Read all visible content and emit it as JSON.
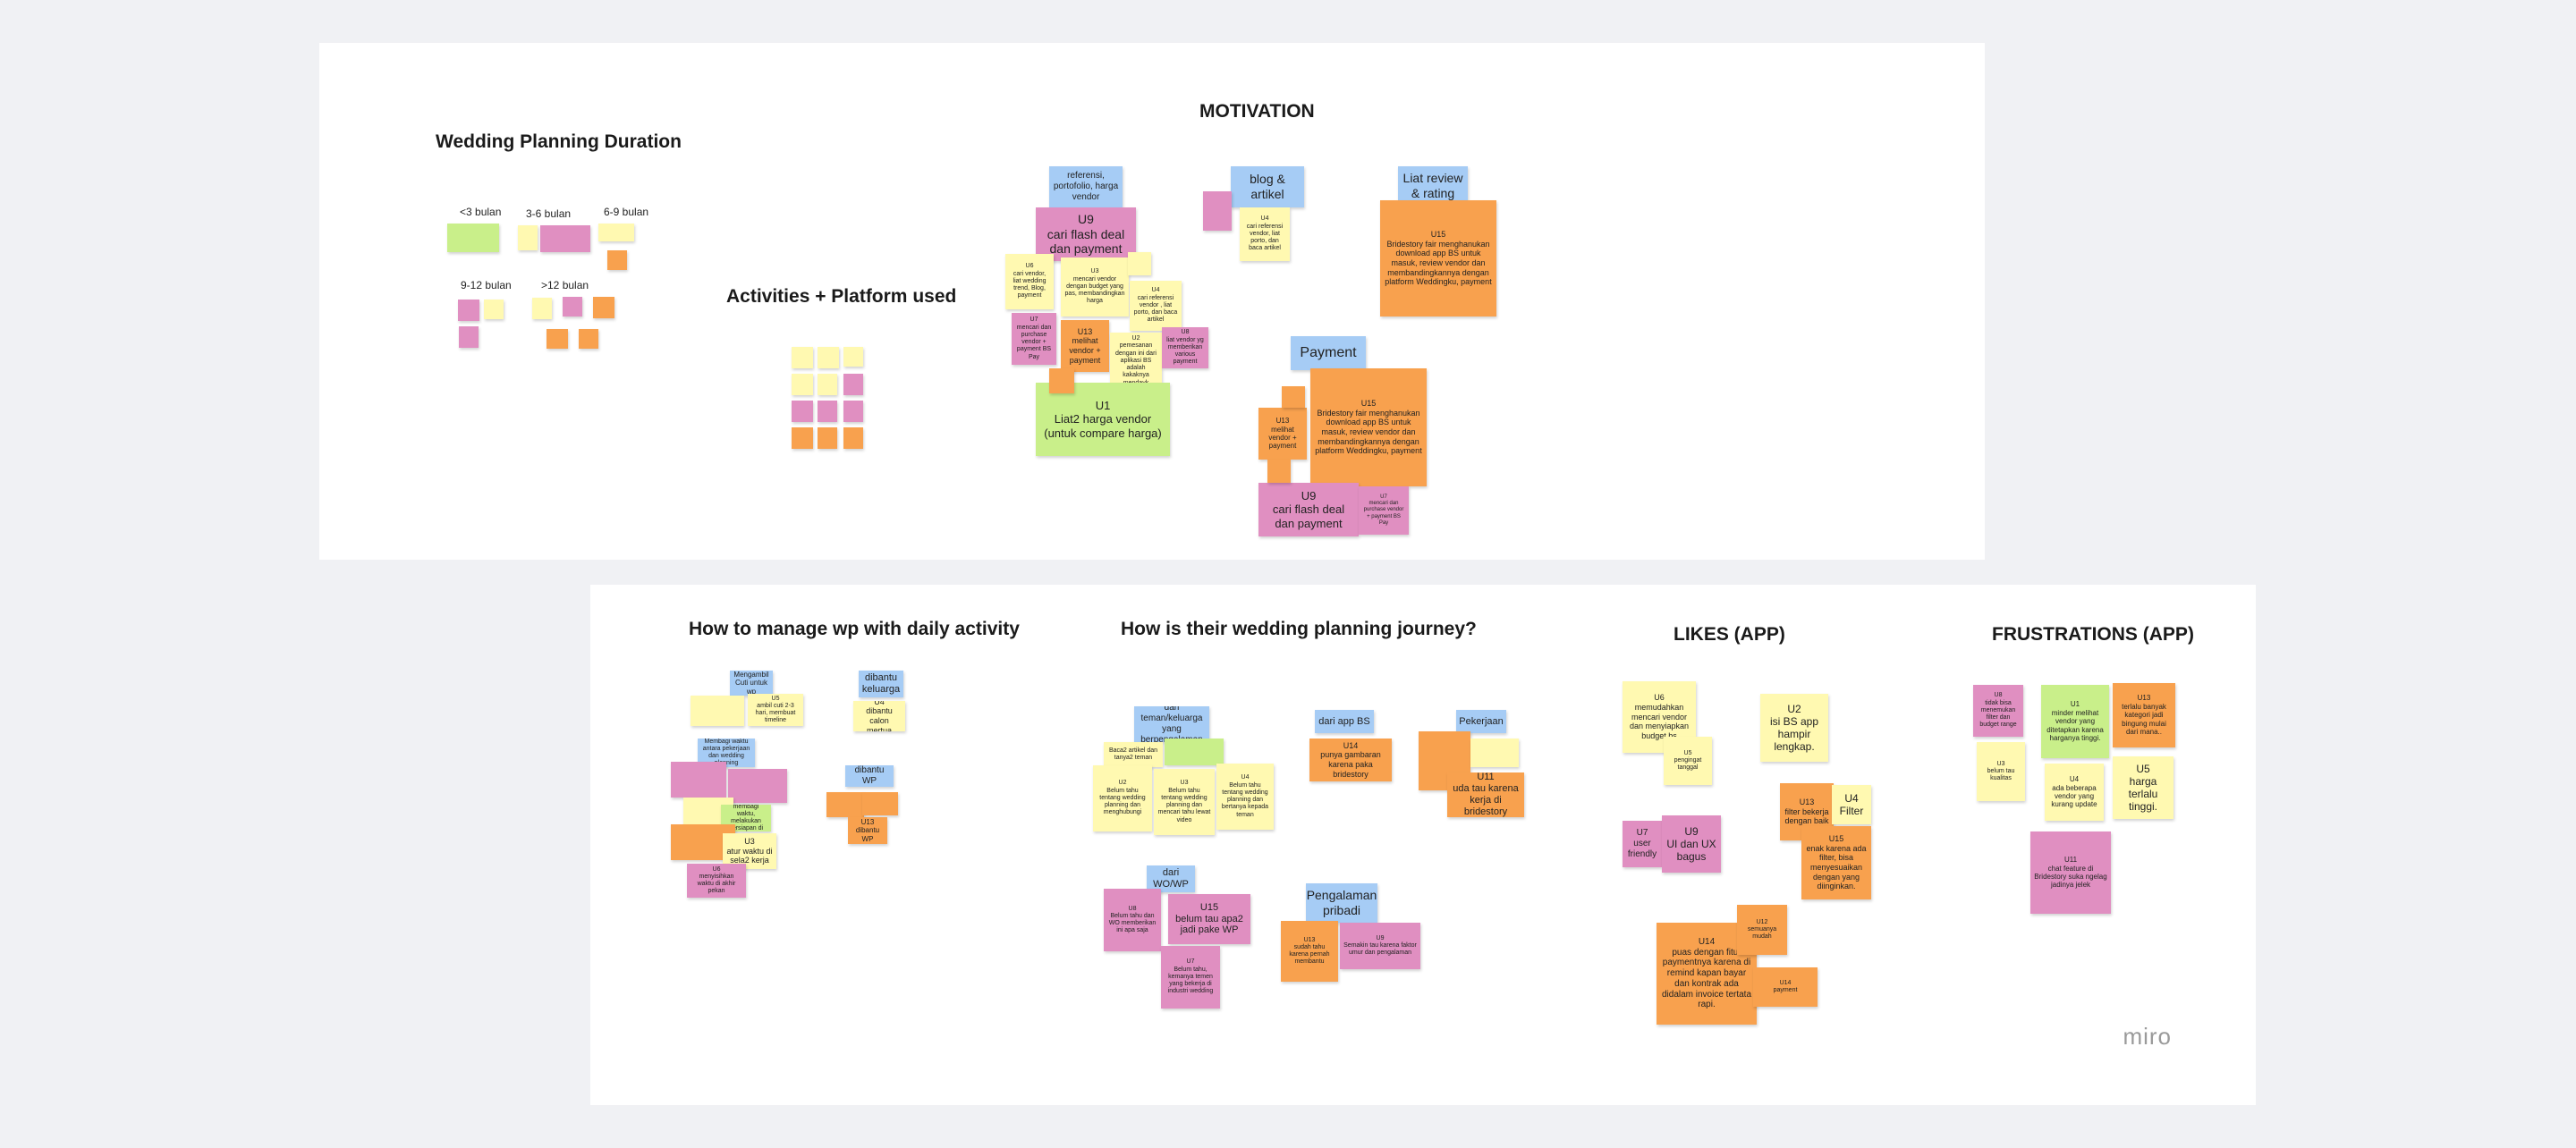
{
  "colors": {
    "yellow": "#fff9b1",
    "blue": "#a6ccf5",
    "pink": "#e08fc1",
    "orange": "#f8a14e",
    "green": "#c9ef8a",
    "canvas": "#f0f1f4",
    "frame": "#ffffff"
  },
  "frames": {
    "top": {
      "wedding_duration_title": "Wedding Planning Duration",
      "activities_title": "Activities + Platform used",
      "motivation_title": "MOTIVATION"
    },
    "bottom": {
      "manage_title": "How to manage wp with daily activity",
      "journey_title": "How is their wedding planning journey?",
      "likes_title": "LIKES (APP)",
      "frustrations_title": "FRUSTRATIONS (APP)"
    }
  },
  "duration_labels": [
    "<3 bulan",
    "3-6 bulan",
    "6-9 bulan",
    "9-12 bulan",
    ">12 bulan"
  ],
  "motivation_notes": [
    {
      "t": "referensi, portofolio, harga vendor",
      "color": "blue"
    },
    {
      "t": "blog & artikel",
      "color": "blue"
    },
    {
      "t": "Liat review & rating",
      "color": "blue"
    },
    {
      "t": "U9\ncari flash deal dan payment",
      "color": "pink"
    },
    {
      "t": "U15\nBridestory fair menghanukan download app BS untuk masuk, review vendor dan membandingkannya dengan platform Weddingku, payment",
      "color": "orange"
    },
    {
      "t": "U6\ncari vendor, liat wedding trend, Blog, payment",
      "color": "yellow"
    },
    {
      "t": "U3\nmencari vendor dengan budget yang pas, membandingkan harga",
      "color": "yellow"
    },
    {
      "t": "U4\ncari referensi vendor, liat porto, dan baca artikel",
      "color": "yellow"
    },
    {
      "t": "U4\ncari referensi vendor , liat porto, dan baca artikel",
      "color": "yellow"
    },
    {
      "t": "U7\nmencari dan purchase vendor + payment BS Pay",
      "color": "pink"
    },
    {
      "t": "U13\nmelihat vendor + payment",
      "color": "orange"
    },
    {
      "t": "U2\npemesanan dengan ini dari aplikasi BS adalah kakaknya mendayk",
      "color": "yellow"
    },
    {
      "t": "U8\nliat vendor yg memberikan various payment",
      "color": "pink"
    },
    {
      "t": "U1\nLiat2 harga vendor (untuk compare harga)",
      "color": "green"
    },
    {
      "t": "Payment",
      "color": "blue"
    },
    {
      "t": "U15\nBridestory fair menghanukan download app BS untuk masuk, review vendor dan membandingkannya dengan platform Weddingku, payment",
      "color": "orange"
    },
    {
      "t": "U13\nmelihat vendor + payment",
      "color": "orange"
    },
    {
      "t": "U9\ncari flash deal dan payment",
      "color": "pink"
    },
    {
      "t": "U7\nmencari dan purchase vendor + payment BS Pay",
      "color": "pink"
    }
  ],
  "manage_notes": [
    {
      "t": "Mengambil Cuti untuk wp",
      "color": "blue"
    },
    {
      "t": "dibantu keluarga",
      "color": "blue"
    },
    {
      "t": "U4\ndibantu calon mertua",
      "color": "yellow"
    },
    {
      "t": "U5\nambil cuti 2-3 hari, membuat timeline",
      "color": "yellow"
    },
    {
      "t": "Membagi waktu antara pekerjaan dan wedding planning",
      "color": "blue"
    },
    {
      "t": "dibantu WP",
      "color": "blue"
    },
    {
      "t": "U3\natur waktu di sela2 kerja",
      "color": "yellow"
    },
    {
      "t": "U1\nmembagi waktu, melakukan persiapan di sela waktu",
      "color": "green"
    },
    {
      "t": "U6\nmenyisihkan waktu di akhir pekan",
      "color": "pink"
    },
    {
      "t": "U13\ndibantu WP",
      "color": "orange"
    }
  ],
  "journey_notes": [
    {
      "t": "dari teman/keluarga yang berpengalaman",
      "color": "blue"
    },
    {
      "t": "dari app BS",
      "color": "blue"
    },
    {
      "t": "Pekerjaan",
      "color": "blue"
    },
    {
      "t": "Baca2 artikel dan tanya2 teman",
      "color": "yellow"
    },
    {
      "t": "U14\npunya gambaran karena paka bridestory",
      "color": "orange"
    },
    {
      "t": "U11\nuda tau karena kerja di bridestory",
      "color": "orange"
    },
    {
      "t": "U2\nBelum tahu tentang wedding planning dan menghubungi",
      "color": "yellow"
    },
    {
      "t": "U3\nBelum tahu tentang wedding planning dan mencari tahu lewat video",
      "color": "yellow"
    },
    {
      "t": "U4\nBelum tahu tentang wedding planning dan bertanya kepada teman",
      "color": "yellow"
    },
    {
      "t": "dari WO/WP",
      "color": "blue"
    },
    {
      "t": "Pengalaman pribadi",
      "color": "blue"
    },
    {
      "t": "U15\nbelum tau apa2 jadi pake WP",
      "color": "pink"
    },
    {
      "t": "U8\nBelum tahu dan WO memberikan ini apa saja",
      "color": "pink"
    },
    {
      "t": "U7\nBelum tahu, kemanya temen yang bekerja di industri wedding",
      "color": "pink"
    },
    {
      "t": "U13\nsudah tahu karena pernah membantu",
      "color": "orange"
    },
    {
      "t": "U9\nSemakin tau karena faktor umur dan pengalaman",
      "color": "pink"
    }
  ],
  "likes_notes": [
    {
      "t": "U6\nmemudahkan mencari vendor dan menyiapkan budget bs",
      "color": "yellow"
    },
    {
      "t": "U2\nisi BS app hampir lengkap.",
      "color": "yellow"
    },
    {
      "t": "U5\npengingat tanggal",
      "color": "yellow"
    },
    {
      "t": "U7\nuser friendly",
      "color": "pink"
    },
    {
      "t": "U9\nUI dan UX bagus",
      "color": "pink"
    },
    {
      "t": "U13\nfilter bekerja dengan baik",
      "color": "orange"
    },
    {
      "t": "U4\nFilter",
      "color": "yellow"
    },
    {
      "t": "U15\nenak karena ada filter, bisa menyesuaikan dengan yang diinginkan.",
      "color": "orange"
    },
    {
      "t": "U14\npuas dengan fitur paymentnya karena di remind kapan bayar dan kontrak ada didalam invoice tertata rapi.",
      "color": "orange"
    },
    {
      "t": "U12\nsemuanya mudah",
      "color": "orange"
    },
    {
      "t": "U14\npayment",
      "color": "orange"
    }
  ],
  "frustration_notes": [
    {
      "t": "U8\ntidak bisa menemukan filter dan budget range",
      "color": "pink"
    },
    {
      "t": "U1\nminder melihat vendor yang ditetapkan karena harganya tinggi.",
      "color": "green"
    },
    {
      "t": "U13\nterlalu banyak kategori jadi bingung mulai dari mana..",
      "color": "orange"
    },
    {
      "t": "U3\nbelum tau kualitas",
      "color": "yellow"
    },
    {
      "t": "U4\nada beberapa vendor yang kurang update",
      "color": "yellow"
    },
    {
      "t": "U5\nharga terlalu tinggi.",
      "color": "yellow"
    },
    {
      "t": "U11\nchat feature di Bridestory suka ngelag jadinya jelek",
      "color": "pink"
    }
  ],
  "branding": {
    "logo": "miro"
  }
}
